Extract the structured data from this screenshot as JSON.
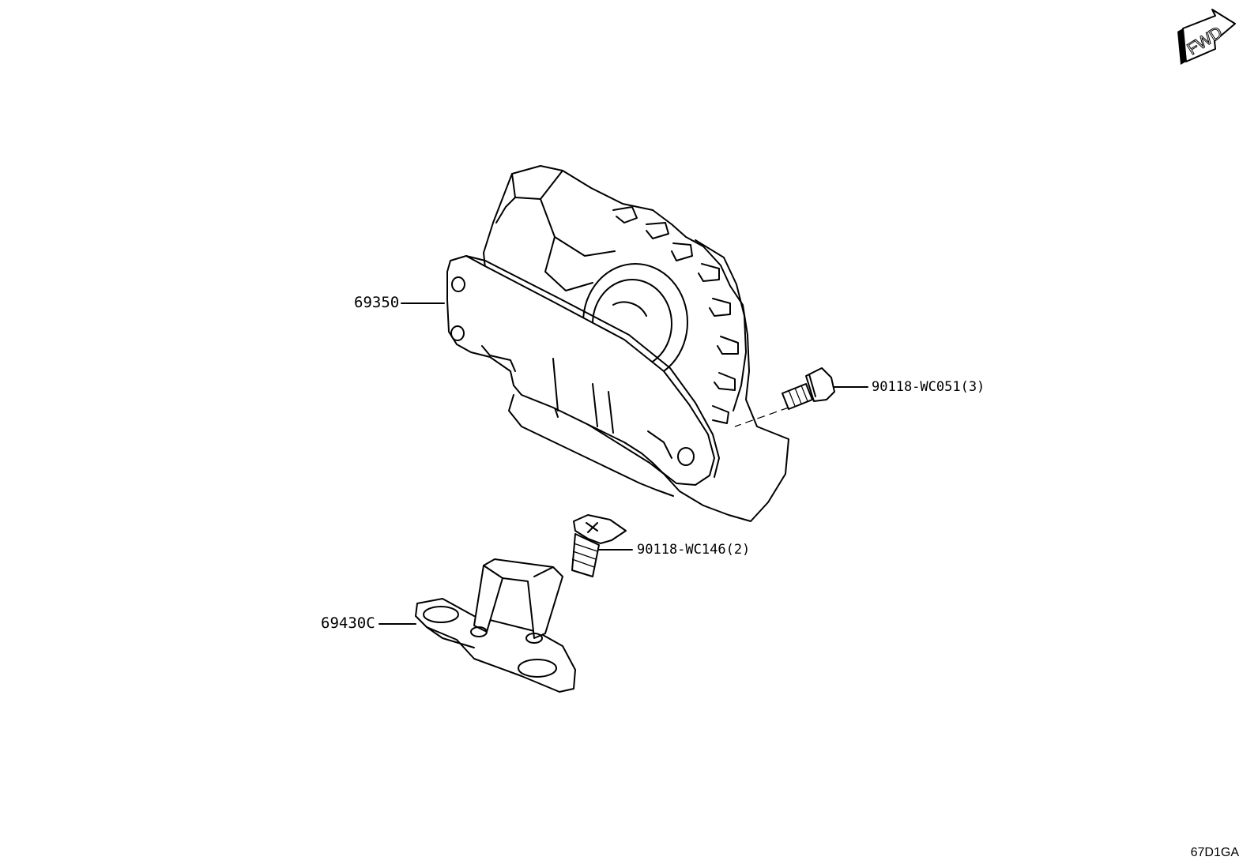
{
  "fwd_indicator": {
    "label": "FWD",
    "icon": "fwd-arrow-icon"
  },
  "parts": [
    {
      "id": "part-69350",
      "number": "69350"
    },
    {
      "id": "part-90118-wc051",
      "number": "90118-WC051(3)"
    },
    {
      "id": "part-90118-wc146",
      "number": "90118-WC146(2)"
    },
    {
      "id": "part-69430c",
      "number": "69430C"
    }
  ],
  "diagram_code": "67D1GA"
}
